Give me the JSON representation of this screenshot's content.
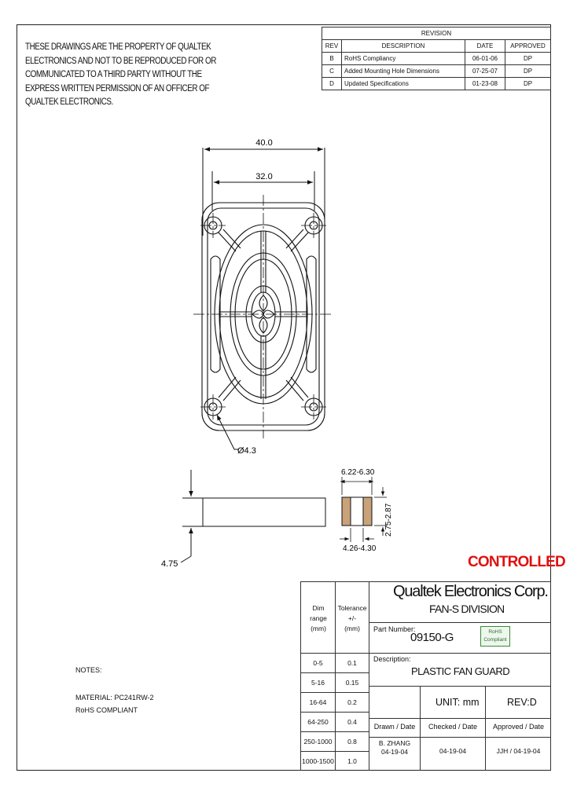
{
  "notice": {
    "lines": [
      "THESE DRAWINGS ARE THE PROPERTY OF QUALTEK",
      "ELECTRONICS AND NOT TO BE REPRODUCED FOR OR",
      "COMMUNICATED TO A THIRD PARTY WITHOUT THE",
      "EXPRESS WRITTEN PERMISSION OF AN OFFICER OF",
      "QUALTEK ELECTRONICS."
    ]
  },
  "revision": {
    "title": "REVISION",
    "headers": [
      "REV",
      "DESCRIPTION",
      "DATE",
      "APPROVED"
    ],
    "rows": [
      [
        "B",
        "RoHS Compliancy",
        "06-01-06",
        "DP"
      ],
      [
        "C",
        "Added Mounting Hole Dimensions",
        "07-25-07",
        "DP"
      ],
      [
        "D",
        "Updated Specifications",
        "01-23-08",
        "DP"
      ]
    ]
  },
  "dimensions": {
    "width_outer": "40.0",
    "width_inner": "32.0",
    "hole_diameter": "Ø4.3",
    "thickness": "4.75",
    "section_top": "6.22-6.30",
    "section_side": "2.75-2.87",
    "section_bottom": "4.26-4.30"
  },
  "stamp": "CONTROLLED",
  "notes": {
    "heading": "NOTES:",
    "material": "MATERIAL: PC241RW-2",
    "rohs": "RoHS COMPLIANT"
  },
  "tolerance_table": {
    "header_range": [
      "Dim",
      "range",
      "(mm)"
    ],
    "header_tol": [
      "Tolerance",
      "+/-",
      "(mm)"
    ],
    "rows": [
      [
        "0-5",
        "0.1"
      ],
      [
        "5-16",
        "0.15"
      ],
      [
        "16-64",
        "0.2"
      ],
      [
        "64-250",
        "0.4"
      ],
      [
        "250-1000",
        "0.8"
      ],
      [
        "1000-1500",
        "1.0"
      ]
    ]
  },
  "title_block": {
    "company": "Qualtek Electronics Corp.",
    "division": "FAN-S DIVISION",
    "part_number_label": "Part Number:",
    "part_number": "09150-G",
    "rohs_badge": [
      "RoHS",
      "Compliant"
    ],
    "description_label": "Description:",
    "description": "PLASTIC FAN GUARD",
    "unit": "UNIT:  mm",
    "rev": "REV:D",
    "drawn_label": "Drawn / Date",
    "checked_label": "Checked / Date",
    "approved_label": "Approved / Date",
    "drawn_value": [
      "B. ZHANG",
      "04-19-04"
    ],
    "checked_value": "04-19-04",
    "approved_value": "JJH / 04-19-04"
  },
  "colors": {
    "stamp": "#e01010",
    "rohs_badge": "#3a8a3a",
    "section_fill": "#c9a27a"
  }
}
